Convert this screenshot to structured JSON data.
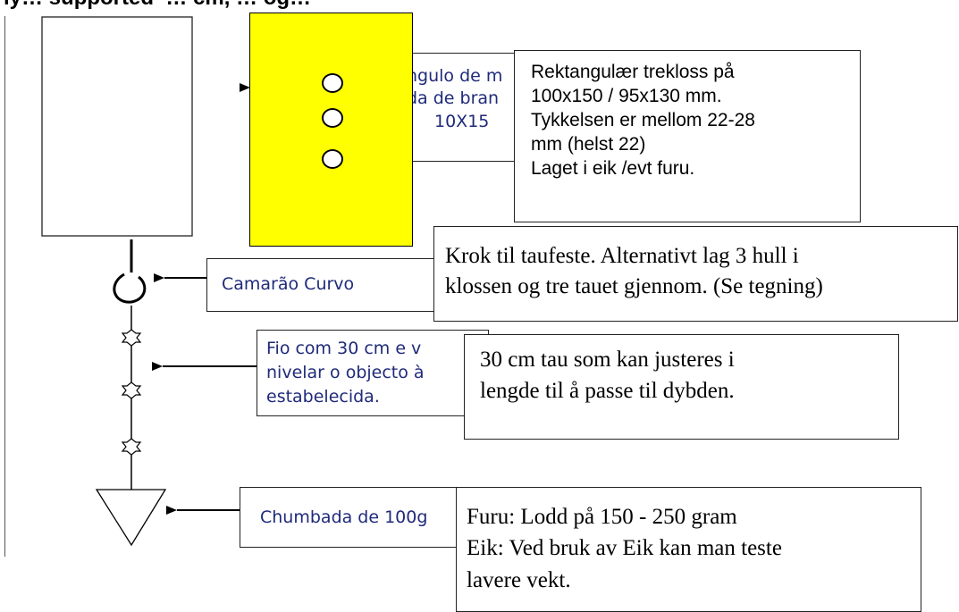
{
  "title_cut": "ly… supported  … cm, … og…",
  "diagram": {
    "pt_block_label": [
      "ngulo de m",
      "da de bran",
      "10X15"
    ],
    "pt_hook_label": "Camarão Curvo",
    "pt_line_label": [
      "Fio com 30 cm e v",
      "nivelar o objecto à",
      "estabelecida."
    ],
    "pt_weight_label": "Chumbada de 100g",
    "no_block_note": [
      "Rektangulær trekloss på",
      "100x150 / 95x130 mm.",
      "Tykkelsen er mellom 22-28",
      "mm (helst 22)",
      "Laget i eik /evt furu."
    ],
    "no_hook_note": [
      "Krok til taufeste. Alternativt lag 3 hull i",
      "klossen og tre tauet gjennom. (Se tegning)"
    ],
    "no_line_note": [
      "30 cm tau som kan justeres i",
      "lengde til å passe til dybden."
    ],
    "no_weight_note": [
      "Furu: Lodd på 150 - 250 gram",
      "Eik: Ved bruk av Eik kan man teste",
      "lavere vekt."
    ]
  },
  "colors": {
    "block_fill": "#ffff00",
    "pt_text": "#1f2a7a"
  }
}
